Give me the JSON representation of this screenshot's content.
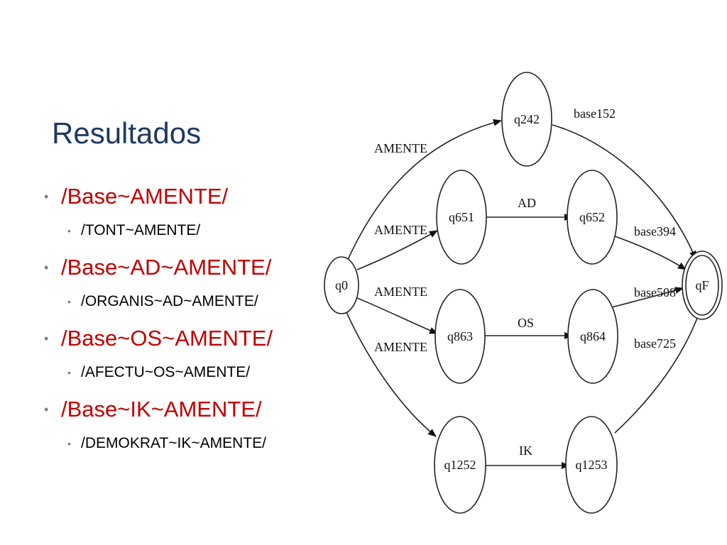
{
  "slide": {
    "title": "Resultados",
    "bullets": [
      {
        "main": "/Base~AMENTE/",
        "sub": "/TONT~AMENTE/"
      },
      {
        "main": "/Base~AD~AMENTE/",
        "sub": "/ORGANIS~AD~AMENTE/"
      },
      {
        "main": "/Base~OS~AMENTE/",
        "sub": "/AFECTU~OS~AMENTE/"
      },
      {
        "main": "/Base~IK~AMENTE/",
        "sub": "/DEMOKRAT~IK~AMENTE/"
      }
    ]
  },
  "diagram": {
    "nodes": {
      "q0": "q0",
      "q242": "q242",
      "q651": "q651",
      "q652": "q652",
      "q863": "q863",
      "q864": "q864",
      "q1252": "q1252",
      "q1253": "q1253",
      "qF": "qF"
    },
    "edges": {
      "q0_q242": "AMENTE",
      "q0_q651": "AMENTE",
      "q0_q863": "AMENTE",
      "q0_q1252": "AMENTE",
      "q651_q652": "AD",
      "q863_q864": "OS",
      "q1252_q1253": "IK",
      "q242_qF": "base152",
      "q652_qF": "base394",
      "q864_qF": "base508",
      "q1253_qF": "base725"
    }
  }
}
